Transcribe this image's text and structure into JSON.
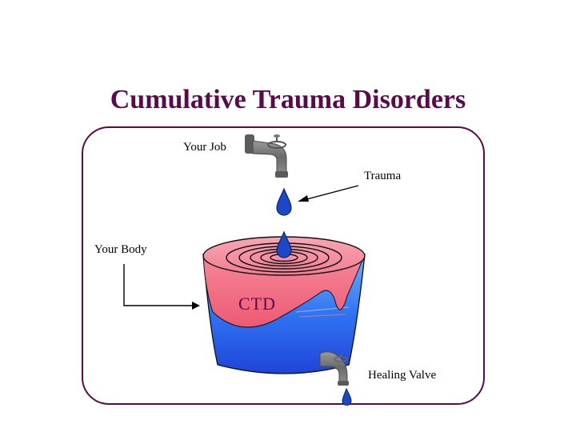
{
  "title": "Cumulative Trauma Disorders",
  "labels": {
    "job": "Your Job",
    "trauma": "Trauma",
    "body": "Your Body",
    "ctd": "CTD",
    "valve": "Healing Valve"
  },
  "colors": {
    "title": "#5a0a4a",
    "frame": "#5a0a4a",
    "trauma_fill": "#f0788c",
    "water": "#2266ee",
    "drop": "#1b48c8",
    "faucet": "#7a7a7a"
  },
  "icons": [
    "faucet-icon",
    "drop-icon",
    "bucket-icon",
    "arrow-icon"
  ]
}
